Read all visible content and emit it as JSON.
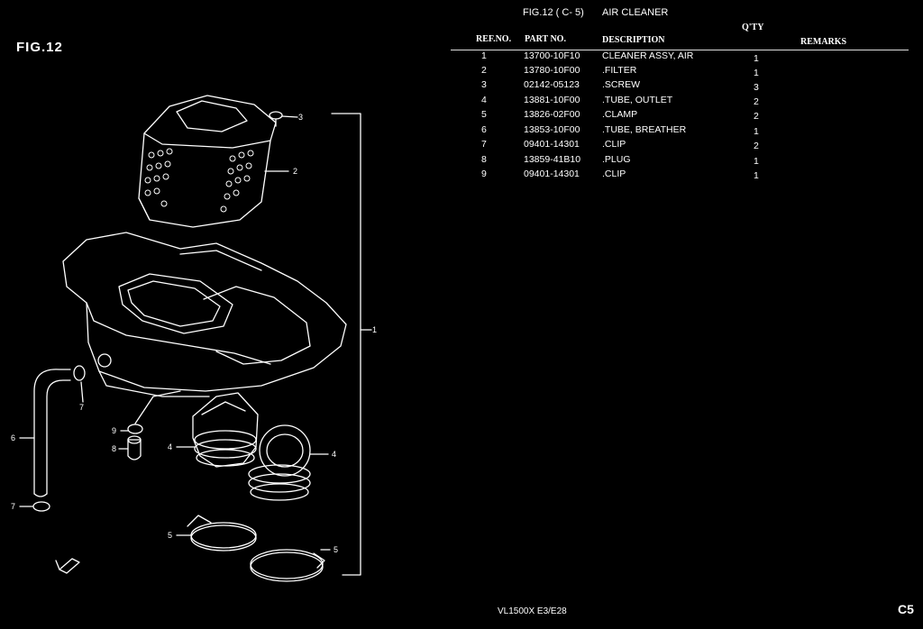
{
  "figure": {
    "label": "FIG.12",
    "code": "FIG.12 ( C- 5)",
    "title": "AIR CLEANER"
  },
  "table": {
    "headers": {
      "ref_no": "REF.NO.",
      "part_no": "PART NO.",
      "description": "DESCRIPTION",
      "qty": "Q'TY",
      "remarks": "REMARKS"
    },
    "rows": [
      {
        "ref": "1",
        "part": "13700-10F10",
        "desc": "CLEANER ASSY, AIR",
        "qty": "1"
      },
      {
        "ref": "2",
        "part": "13780-10F00",
        "desc": ".FILTER",
        "qty": "1"
      },
      {
        "ref": "3",
        "part": "02142-05123",
        "desc": ".SCREW",
        "qty": "3"
      },
      {
        "ref": "4",
        "part": "13881-10F00",
        "desc": ".TUBE, OUTLET",
        "qty": "2"
      },
      {
        "ref": "5",
        "part": "13826-02F00",
        "desc": ".CLAMP",
        "qty": "2"
      },
      {
        "ref": "6",
        "part": "13853-10F00",
        "desc": ".TUBE, BREATHER",
        "qty": "1"
      },
      {
        "ref": "7",
        "part": "09401-14301",
        "desc": ".CLIP",
        "qty": "2"
      },
      {
        "ref": "8",
        "part": "13859-41B10",
        "desc": ".PLUG",
        "qty": "1"
      },
      {
        "ref": "9",
        "part": "09401-14301",
        "desc": ".CLIP",
        "qty": "1"
      }
    ]
  },
  "callouts": {
    "c1": "1",
    "c2": "2",
    "c3": "3",
    "c4a": "4",
    "c4b": "4",
    "c5a": "5",
    "c5b": "5",
    "c6": "6",
    "c7a": "7",
    "c7b": "7",
    "c8": "8",
    "c9": "9"
  },
  "footer": {
    "model": "VL1500X  E3/E28",
    "page": "C5"
  },
  "colors": {
    "background": "#000000",
    "ink": "#ffffff"
  }
}
